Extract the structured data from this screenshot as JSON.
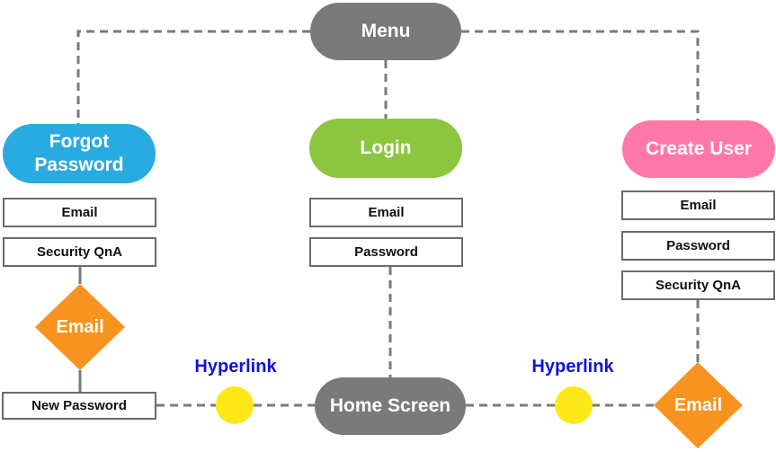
{
  "nodes": {
    "menu": "Menu",
    "forgot_password": "Forgot\nPassword",
    "login": "Login",
    "create_user": "Create User",
    "home_screen": "Home Screen"
  },
  "forgot_password_fields": [
    "Email",
    "Security QnA"
  ],
  "forgot_password_step": "Email",
  "forgot_password_result": "New Password",
  "login_fields": [
    "Email",
    "Password"
  ],
  "create_user_fields": [
    "Email",
    "Password",
    "Security QnA"
  ],
  "create_user_step": "Email",
  "hyperlinks": [
    "Hyperlink",
    "Hyperlink"
  ],
  "colors": {
    "menu": "#7a7a7a",
    "forgot_password": "#29aae1",
    "login": "#8cc63f",
    "create_user": "#ff78a9",
    "home_screen": "#7a7a7a",
    "decision": "#f7931e",
    "hyperlink_dot": "#ffe81a",
    "hyperlink_text": "#1212d8",
    "connector": "#7a7a7a"
  }
}
